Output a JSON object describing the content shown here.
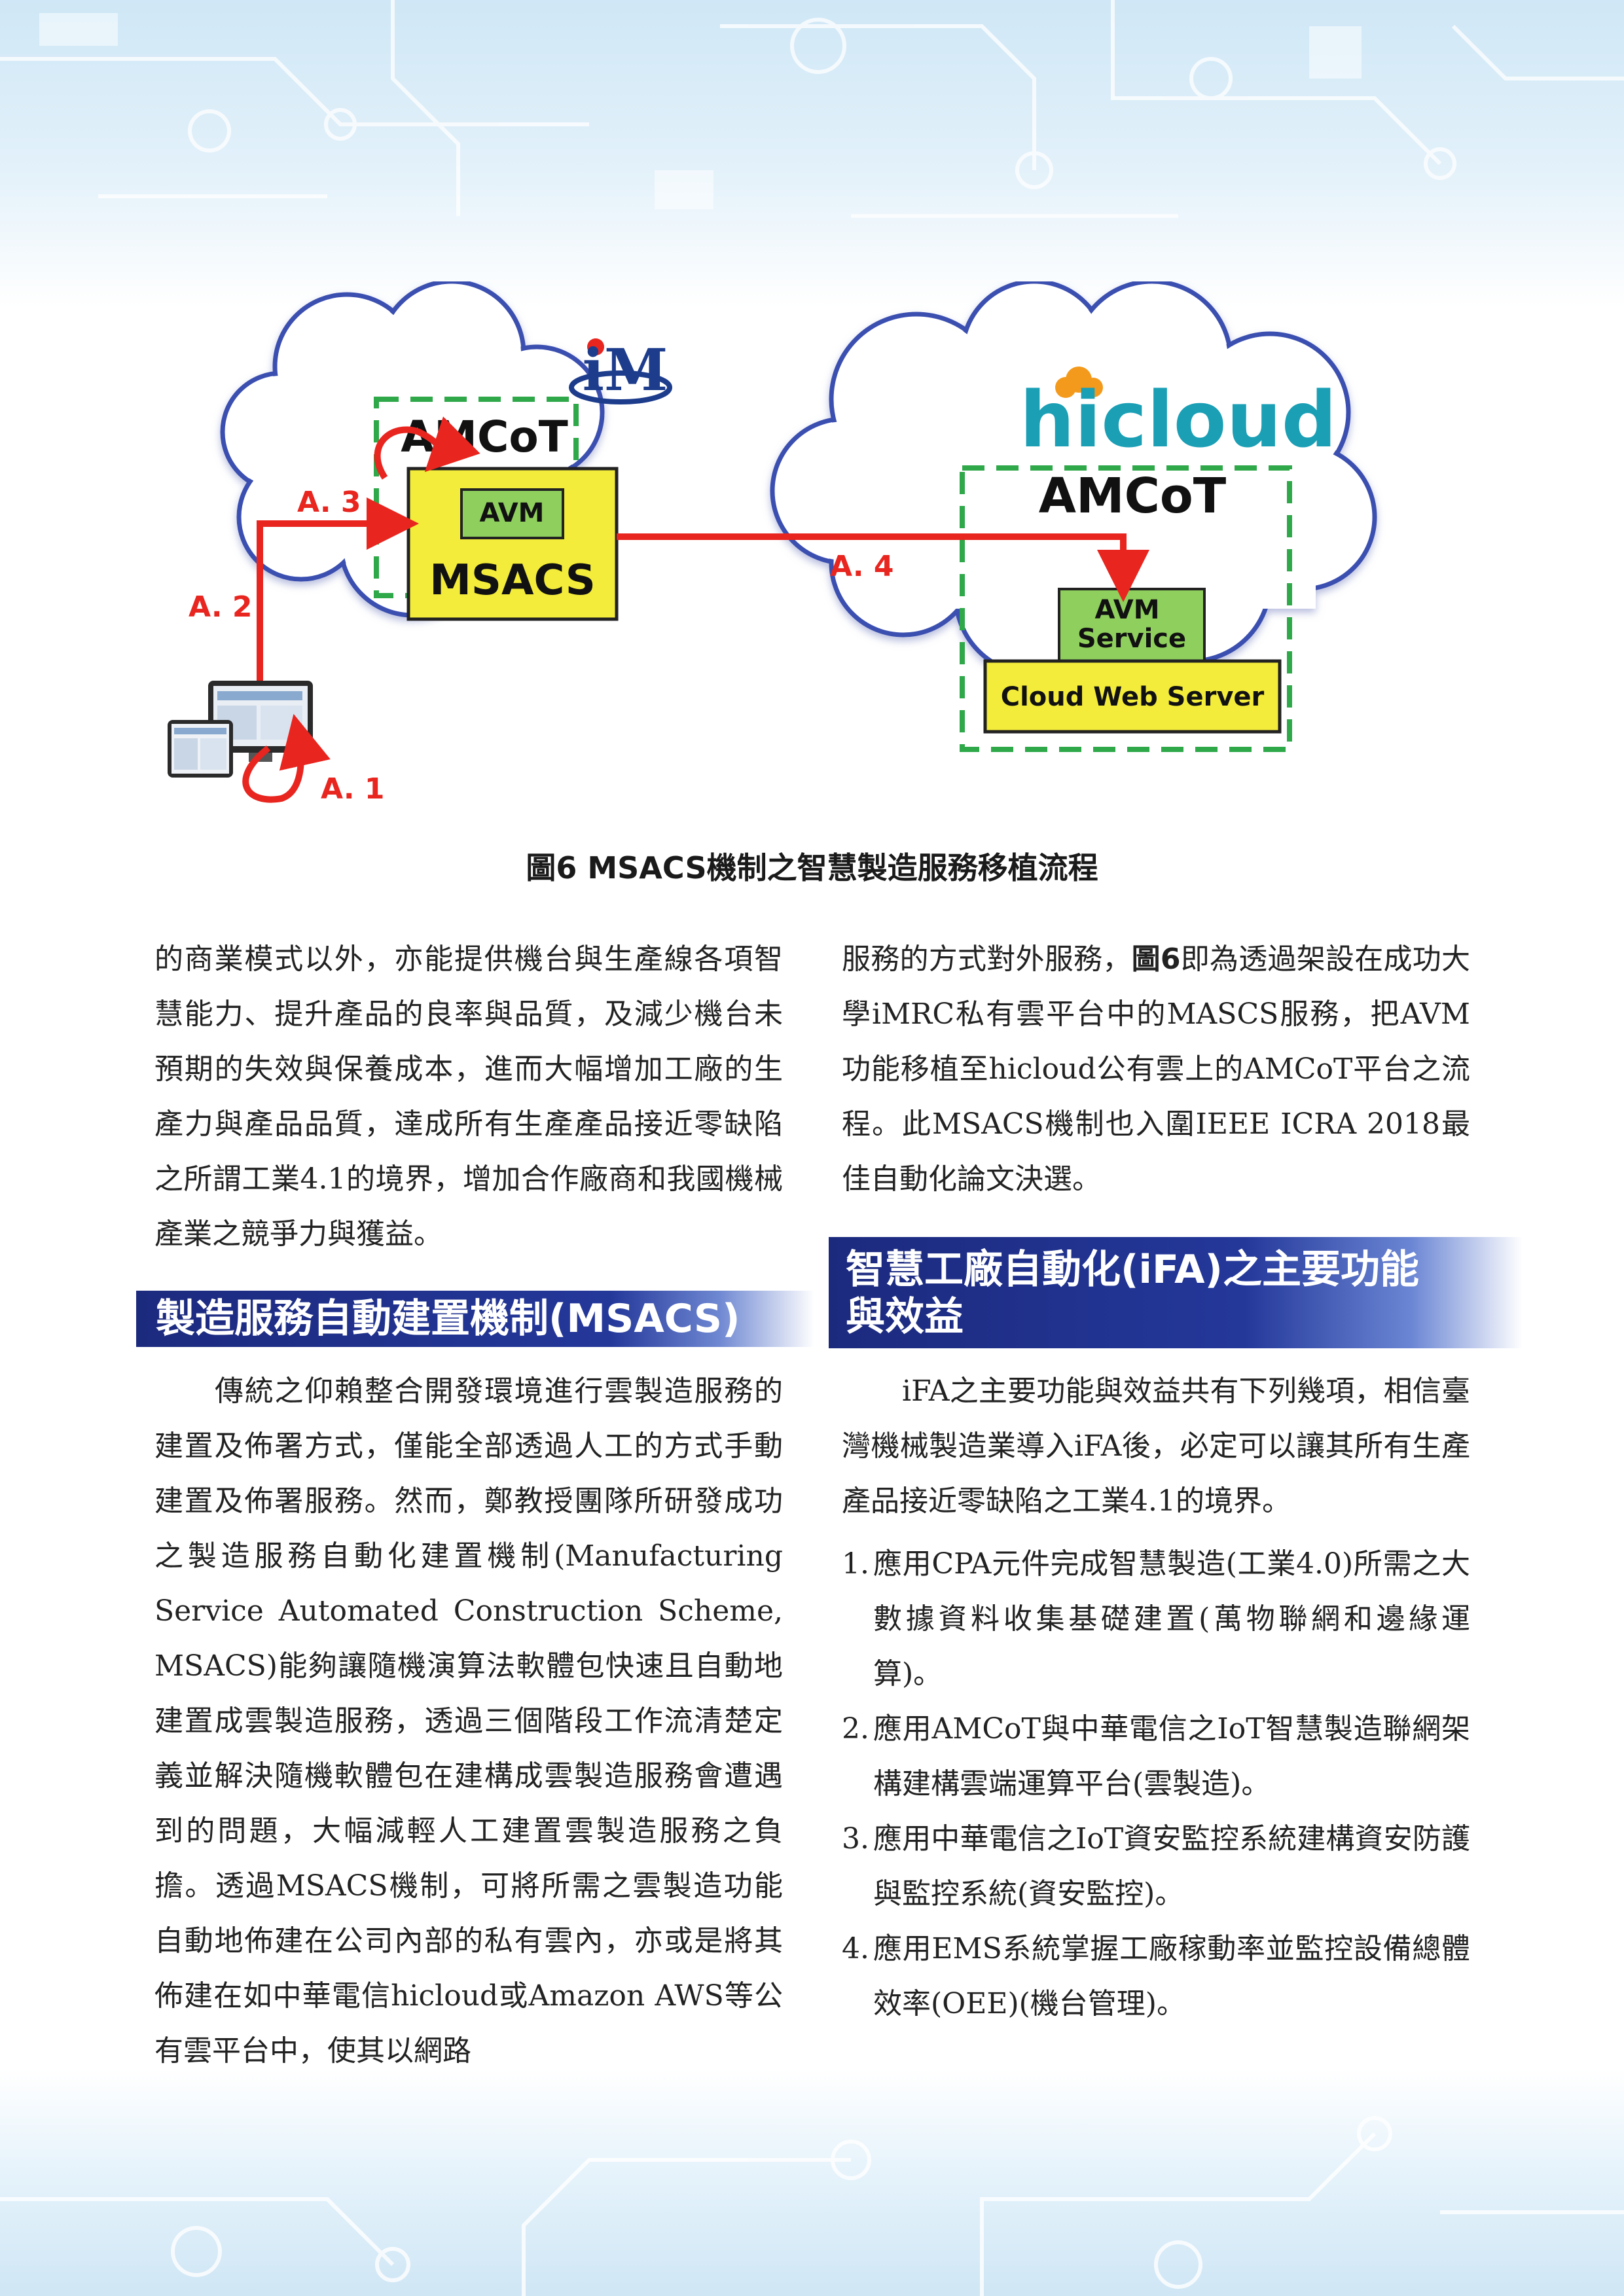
{
  "figure": {
    "caption": "圖6 MSACS機制之智慧製造服務移植流程",
    "left_cloud": {
      "logo": "iM",
      "title": "AMCoT",
      "inner_box": "AVM",
      "main_box": "MSACS"
    },
    "right_cloud": {
      "logo": "hicloud",
      "title": "AMCoT",
      "service_box": "AVM Service",
      "server_box": "Cloud Web Server"
    },
    "steps": {
      "a1": "A. 1",
      "a2": "A. 2",
      "a3": "A. 3",
      "a4": "A. 4"
    },
    "colors": {
      "arrow": "#e8251f",
      "box_fill": "#f3ec3a",
      "avm_fill": "#8fcf5d",
      "dash": "#2fa84a",
      "cloud_outline": "#3b4fb0",
      "hicloud_text": "#1a9fb5",
      "hicloud_dot": "#f39a1c"
    }
  },
  "left_column": {
    "para1": "的商業模式以外，亦能提供機台與生產線各項智慧能力、提升產品的良率與品質，及減少機台未預期的失效與保養成本，進而大幅增加工廠的生產力與產品品質，達成所有生產產品接近零缺陷之所謂工業4.1的境界，增加合作廠商和我國機械產業之競爭力與獲益。",
    "heading": "製造服務自動建置機制(MSACS)",
    "para2": "傳統之仰賴整合開發環境進行雲製造服務的建置及佈署方式，僅能全部透過人工的方式手動建置及佈署服務。然而，鄭教授團隊所研發成功之製造服務自動化建置機制(Manufacturing Service Automated Construction Scheme, MSACS)能夠讓隨機演算法軟體包快速且自動地建置成雲製造服務，透過三個階段工作流清楚定義並解決隨機軟體包在建構成雲製造服務會遭遇到的問題，大幅減輕人工建置雲製造服務之負擔。透過MSACS機制，可將所需之雲製造功能自動地佈建在公司內部的私有雲內，亦或是將其佈建在如中華電信hicloud或Amazon AWS等公有雲平台中，使其以網路"
  },
  "right_column": {
    "para1_pre": "服務的方式對外服務，",
    "para1_ref": "圖6",
    "para1_post": "即為透過架設在成功大學iMRC私有雲平台中的MASCS服務，把AVM功能移植至hicloud公有雲上的AMCoT平台之流程。此MSACS機制也入圍IEEE ICRA 2018最佳自動化論文決選。",
    "heading_line1": "智慧工廠自動化(iFA)之主要功能",
    "heading_line2": "與效益",
    "para2": "iFA之主要功能與效益共有下列幾項，相信臺灣機械製造業導入iFA後，必定可以讓其所有生產產品接近零缺陷之工業4.1的境界。",
    "items": [
      {
        "num": "1.",
        "text": "應用CPA元件完成智慧製造(工業4.0)所需之大數據資料收集基礎建置(萬物聯網和邊緣運算)。"
      },
      {
        "num": "2.",
        "text": "應用AMCoT與中華電信之IoT智慧製造聯網架構建構雲端運算平台(雲製造)。"
      },
      {
        "num": "3.",
        "text": "應用中華電信之IoT資安監控系統建構資安防護與監控系統(資安監控)。"
      },
      {
        "num": "4.",
        "text": "應用EMS系統掌握工廠稼動率並監控設備總體效率(OEE)(機台管理)。"
      }
    ]
  }
}
